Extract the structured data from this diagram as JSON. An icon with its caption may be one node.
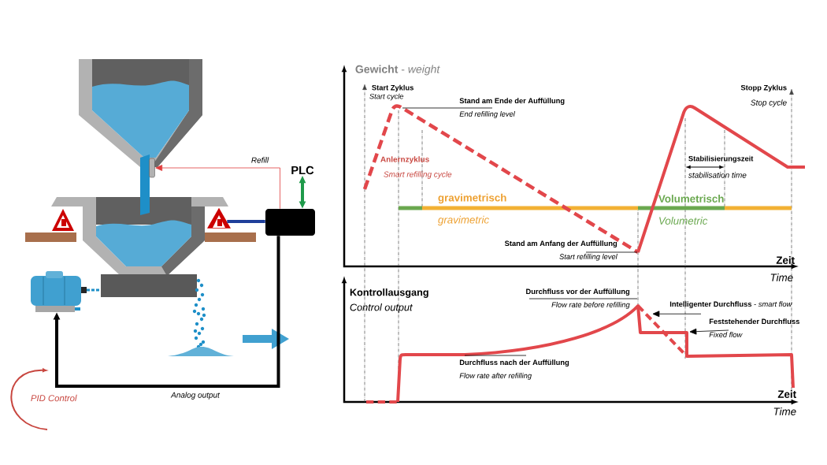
{
  "diagram": {
    "nodes": [
      {
        "text": [],
        "shape": "box"
      },
      {
        "text": [
          "PLC"
        ]
      },
      {
        "text": [],
        "shape": "triangle"
      },
      {
        "text": [],
        "shape": "box"
      },
      {
        "text": [],
        "shape": "picture"
      },
      {
        "text": [
          "Stand am Ende der Auffüllung",
          "End refilling level"
        ]
      },
      {
        "text": [
          "Stand am Anfang der Auffüllung",
          "Start refilling level"
        ]
      },
      {
        "text": [
          "Durchfluss vor der Auffüllung",
          "Flow rate before refilling"
        ]
      },
      {
        "text": [
          "**Intelligenter Durchfluss** - *smart flow*"
        ]
      },
      {
        "text": [
          "Feststehender Durchfluss",
          "Fixed flow"
        ]
      },
      {
        "text": [
          "Durchfluss nach der Auffüllung",
          "Flow rate after refilling"
        ]
      }
    ],
    "edges": [
      {
        "from": 3,
        "to": 0,
        "arrow": "to",
        "label": "Refill",
        "color": "#e03c3c"
      },
      {
        "from": 3,
        "to": 1,
        "arrow": "both",
        "style": "thick",
        "color": "#1f9a4a"
      },
      {
        "from": 2,
        "to": 3,
        "arrow": "none",
        "style": "thick",
        "color": "#1f3f9a"
      },
      {
        "from": 3,
        "to": 4,
        "arrow": "to",
        "label": "Analog output",
        "style": "thick"
      },
      {
        "from": 5,
        "to": null,
        "arrow": "none"
      },
      {
        "from": 6,
        "to": null,
        "arrow": "none"
      },
      {
        "from": 7,
        "to": null,
        "arrow": "none"
      },
      {
        "from": 8,
        "to": null,
        "arrow": "to"
      },
      {
        "from": 9,
        "to": null,
        "arrow": "to"
      },
      {
        "from": 10,
        "to": null,
        "arrow": "none"
      }
    ],
    "labels": [
      "PID Control",
      "**Gewicht** - *weight*",
      "Start Zyklus",
      "Start cycle",
      "Anlernzyklus",
      "Smart refilling cycle",
      "gravimetrisch",
      "gravimetric",
      "Stabilisierungszeit",
      "stabilisation time",
      "Volumetrisch",
      "Volumetric",
      "Stopp Zyklus",
      "Stop cycle",
      "Zeit",
      "Time",
      "Kontrollausgang",
      "Control output",
      "Zeit",
      "Time"
    ]
  }
}
